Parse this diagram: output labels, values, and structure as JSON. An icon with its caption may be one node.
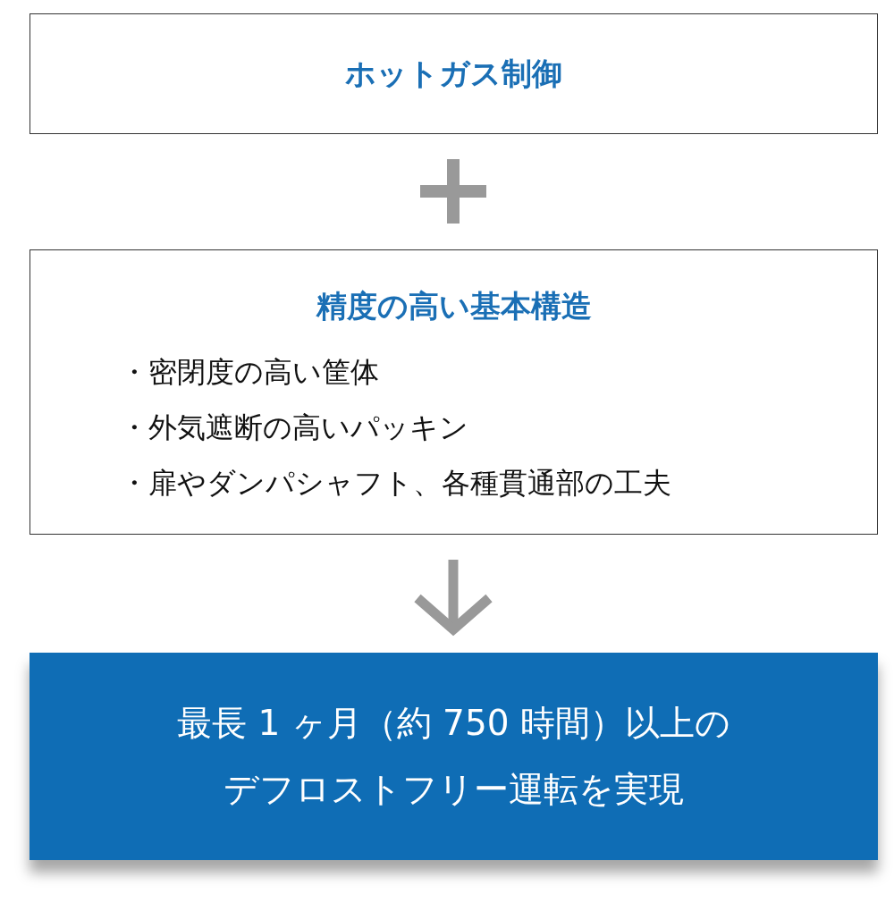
{
  "diagram": {
    "nodes": [
      {
        "text": [
          "ホットガス制御"
        ]
      },
      {
        "text": [
          "精度の高い基本構造",
          "・密閉度の高い筐体",
          "・外気遮断の高いパッキン",
          "・扉やダンパシャフト、各種貫通部の工夫"
        ]
      },
      {
        "text": [
          "最長 1 ヶ月（約 750 時間）以上のデフロストフリー運転を実現"
        ]
      }
    ],
    "edges": [
      {
        "from": 1,
        "to": 2,
        "arrow": "to"
      }
    ]
  }
}
